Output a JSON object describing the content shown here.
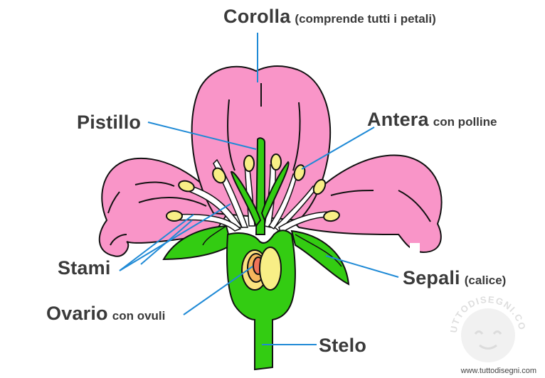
{
  "labels": {
    "corolla": {
      "main": "Corolla",
      "sub": "(comprende tutti i petali)"
    },
    "pistillo": {
      "main": "Pistillo"
    },
    "antera": {
      "main": "Antera",
      "sub": "con polline"
    },
    "stami": {
      "main": "Stami"
    },
    "sepali": {
      "main": "Sepali",
      "sub": "(calice)"
    },
    "ovario": {
      "main": "Ovario",
      "sub": "con ovuli"
    },
    "stelo": {
      "main": "Stelo"
    }
  },
  "watermark": {
    "ring_text": "TUTTODISEGNI.COM",
    "url": "www.tuttodisegni.com"
  },
  "colors": {
    "petal": "#f995c8",
    "green": "#33cc12",
    "anther": "#f8ee86",
    "ovule_outer": "#fbe27f",
    "ovule_mid": "#f6b65c",
    "ovule_core": "#f0745a",
    "leader_line": "#1f8ad6",
    "label_text": "#3a3a3a",
    "outline": "#111111"
  }
}
